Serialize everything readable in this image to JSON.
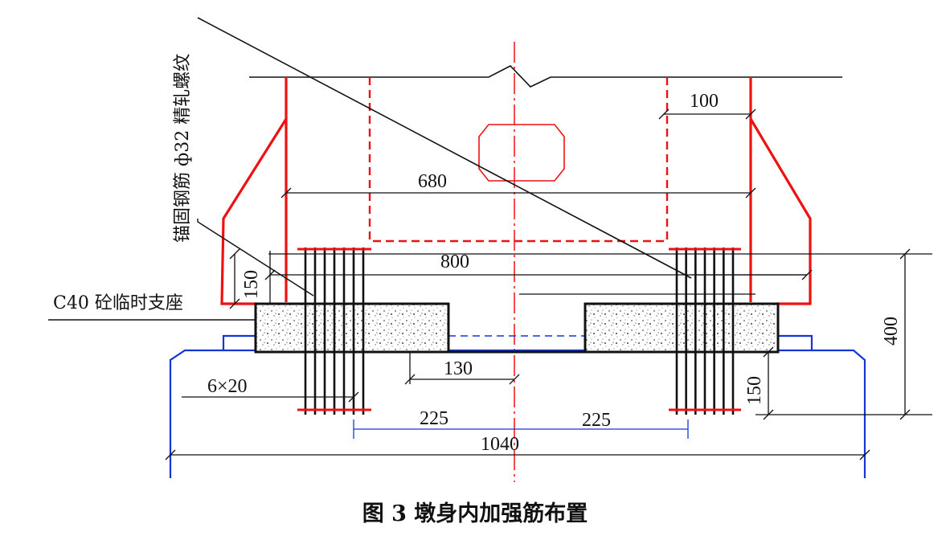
{
  "labels": {
    "anchor_rebar": "锚固钢筋 ф32 精轧螺纹",
    "temp_support": "C40 砼临时支座",
    "rebar_spec": "6×20"
  },
  "dimensions": {
    "d100": "100",
    "d680": "680",
    "d800": "800",
    "d150_left": "150",
    "d400": "400",
    "d130": "130",
    "d150_right": "150",
    "d225_left": "225",
    "d225_right": "225",
    "d1040": "1040"
  },
  "caption": "图 3  墩身内加强筋布置",
  "colors": {
    "outline": "#111111",
    "reinforcement": "#e11111",
    "pier": "#1535d8"
  }
}
